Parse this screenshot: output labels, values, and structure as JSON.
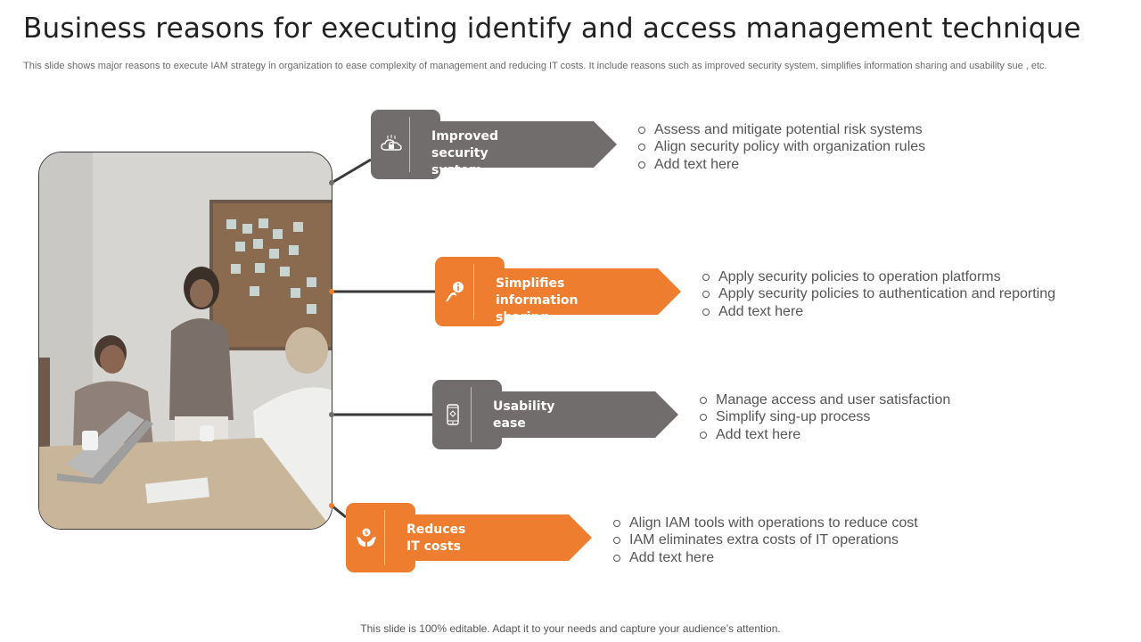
{
  "slide": {
    "title": "Business reasons for executing identify and access management technique",
    "subtitle": "This slide shows major reasons to execute IAM  strategy in organization to ease complexity of management and reducing IT costs. It include reasons such as improved security system, simplifies information sharing and usability sue , etc.",
    "footer": "This slide is 100% editable. Adapt it to your needs and capture your audience’s attention."
  },
  "colors": {
    "grey": "#716d6c",
    "orange": "#ee7d2f",
    "connector": "#3a3a3a"
  },
  "reasons": [
    {
      "label_line1": "Improved",
      "label_line2": "security system",
      "icon": "cloud-lock-icon",
      "color": "grey",
      "bullets": [
        "Assess and mitigate potential risk systems",
        "Align security policy with organization rules",
        "Add text here"
      ]
    },
    {
      "label_line1": "Simplifies",
      "label_line2": "information sharing",
      "icon": "info-hand-icon",
      "color": "orange",
      "bullets": [
        "Apply security policies to operation platforms",
        "Apply security  policies to authentication  and reporting",
        "Add text here"
      ]
    },
    {
      "label_line1": "Usability",
      "label_line2": "ease",
      "icon": "smartphone-icon",
      "color": "grey",
      "bullets": [
        "Manage access and user satisfaction",
        "Simplify sing-up process",
        "Add text here"
      ]
    },
    {
      "label_line1": "Reduces",
      "label_line2": "IT costs",
      "icon": "hands-coin-icon",
      "color": "orange",
      "bullets": [
        "Align IAM tools with operations to reduce cost",
        "IAM eliminates extra costs of IT operations",
        "Add text here"
      ]
    }
  ]
}
